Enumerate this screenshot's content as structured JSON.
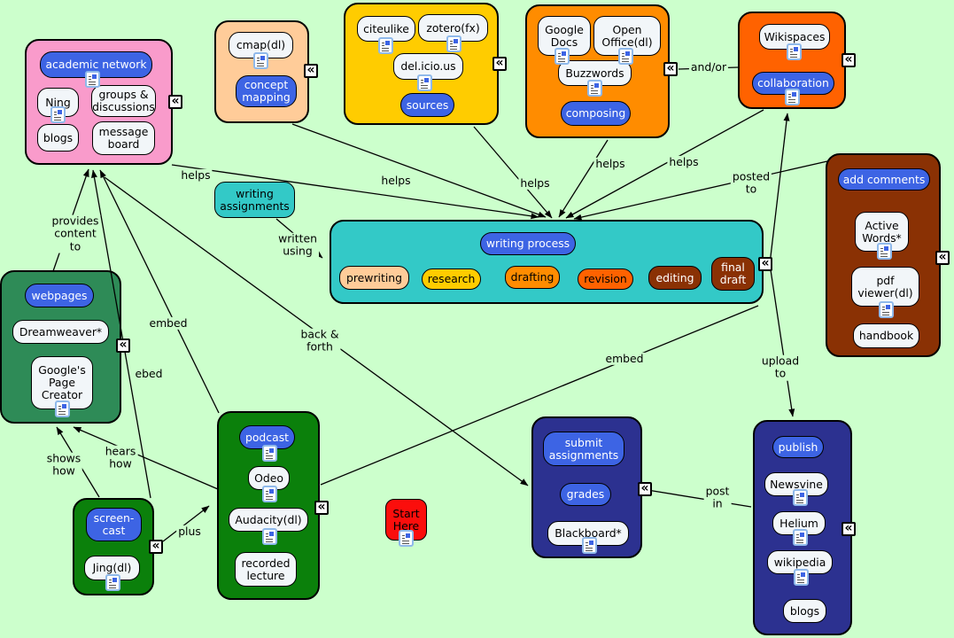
{
  "canvas": {
    "background": "#CCFFCC"
  },
  "colors": {
    "node_blue": "#3D64E4",
    "pink": "#F99BCB",
    "peach": "#FFCC99",
    "gold": "#FFCC00",
    "orange": "#FF8C00",
    "orange_red": "#FF6200",
    "brown": "#8A3104",
    "teal": "#33C9C7",
    "sea_green": "#2E8B57",
    "green": "#0B800B",
    "navy": "#2C3190",
    "red": "#FB0E0C"
  },
  "icons": {
    "resource_icon": "document-with-image",
    "collapse_icon": "«"
  },
  "groups": {
    "academic_network": {
      "title": "academic network",
      "ning": "Ning",
      "groups_discussions": "groups &\ndiscussions",
      "blogs": "blogs",
      "message_board": "message\nboard"
    },
    "concept_mapping": {
      "cmap": "cmap(dl)",
      "title": "concept\nmapping"
    },
    "sources": {
      "citeulike": "citeulike",
      "zotero": "zotero(fx)",
      "delicious": "del.icio.us",
      "title": "sources"
    },
    "composing": {
      "google_docs": "Google\nDocs",
      "open_office": "Open\nOffice(dl)",
      "buzzwords": "Buzzwords",
      "title": "composing"
    },
    "collaboration": {
      "wikispaces": "Wikispaces",
      "title": "collaboration"
    },
    "add_comments": {
      "title": "add comments",
      "active_words": "Active\nWords*",
      "pdf_viewer": "pdf\nviewer(dl)",
      "handbook": "handbook"
    },
    "writing_process": {
      "title": "writing process",
      "prewriting": "prewriting",
      "research": "research",
      "drafting": "drafting",
      "revision": "revision",
      "editing": "editing",
      "final_draft": "final\ndraft"
    },
    "webpages": {
      "title": "webpages",
      "dreamweaver": "Dreamweaver*",
      "google_page_creator": "Google's\nPage\nCreator"
    },
    "screencast": {
      "title": "screen-\ncast",
      "jing": "Jing(dl)"
    },
    "podcast": {
      "title": "podcast",
      "odeo": "Odeo",
      "audacity": "Audacity(dl)",
      "recorded_lecture": "recorded\nlecture"
    },
    "submit_assignments": {
      "title": "submit\nassignments",
      "grades": "grades",
      "blackboard": "Blackboard*"
    },
    "publish": {
      "title": "publish",
      "newsvine": "Newsvine",
      "helium": "Helium",
      "wikipedia": "wikipedia",
      "blogs": "blogs"
    }
  },
  "standalone": {
    "writing_assignments": "writing\nassignments",
    "start_here": "Start\nHere"
  },
  "edge_labels": {
    "helps_academic": "helps",
    "helps_concept": "helps",
    "helps_sources": "helps",
    "helps_composing": "helps",
    "helps_collaboration": "helps",
    "and_or": "and/or",
    "posted_to": "posted\nto",
    "provides_content_to": "provides\ncontent\nto",
    "embed_podcast_academic": "embed",
    "ebed": "ebed",
    "written_using": "written\nusing",
    "back_and_forth": "back &\nforth",
    "embed_podcast_process": "embed",
    "upload_to": "upload\nto",
    "shows_how": "shows\nhow",
    "hears_how": "hears\nhow",
    "plus": "plus",
    "post_in": "post\nin"
  }
}
